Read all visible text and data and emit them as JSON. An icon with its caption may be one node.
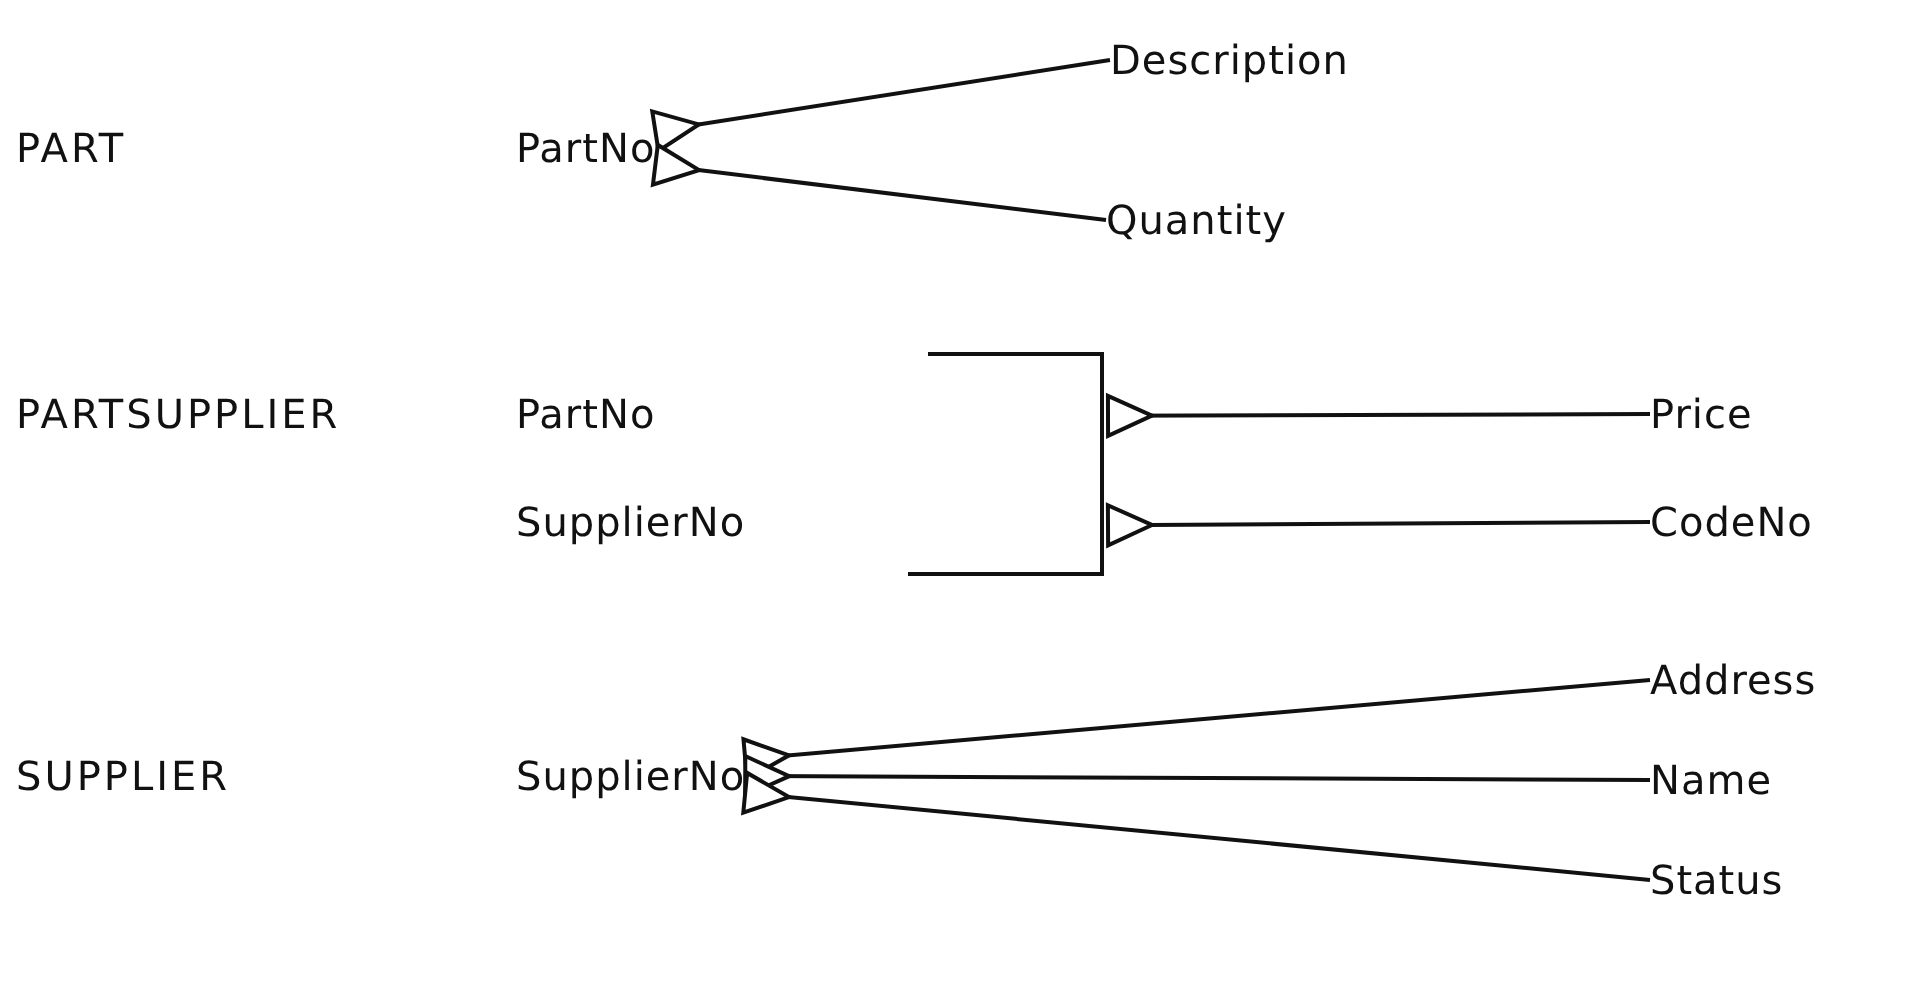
{
  "diagram": {
    "nodes": [
      {
        "text": [
          "PartNo"
        ]
      },
      {
        "text": [
          "Description"
        ]
      },
      {
        "text": [
          "Quantity"
        ]
      },
      {
        "text": [
          "PartNo"
        ]
      },
      {
        "text": [
          "SupplierNo"
        ]
      },
      {
        "text": [],
        "shape": "bracket"
      },
      {
        "text": [
          "Price"
        ]
      },
      {
        "text": [
          "CodeNo"
        ]
      },
      {
        "text": [
          "SupplierNo"
        ]
      },
      {
        "text": [
          "Address"
        ]
      },
      {
        "text": [
          "Name"
        ]
      },
      {
        "text": [
          "Status"
        ]
      }
    ],
    "edges": [
      {
        "from": 1,
        "to": 0,
        "arrow": "other"
      },
      {
        "from": 2,
        "to": 0,
        "arrow": "other"
      },
      {
        "from": 6,
        "to": 5,
        "arrow": "other"
      },
      {
        "from": 7,
        "to": 5,
        "arrow": "other"
      },
      {
        "from": 9,
        "to": 8,
        "arrow": "other"
      },
      {
        "from": 10,
        "to": 8,
        "arrow": "other"
      },
      {
        "from": 11,
        "to": 8,
        "arrow": "other"
      }
    ],
    "labels": [
      "PART",
      "PARTSUPPLIER",
      "SUPPLIER"
    ]
  }
}
